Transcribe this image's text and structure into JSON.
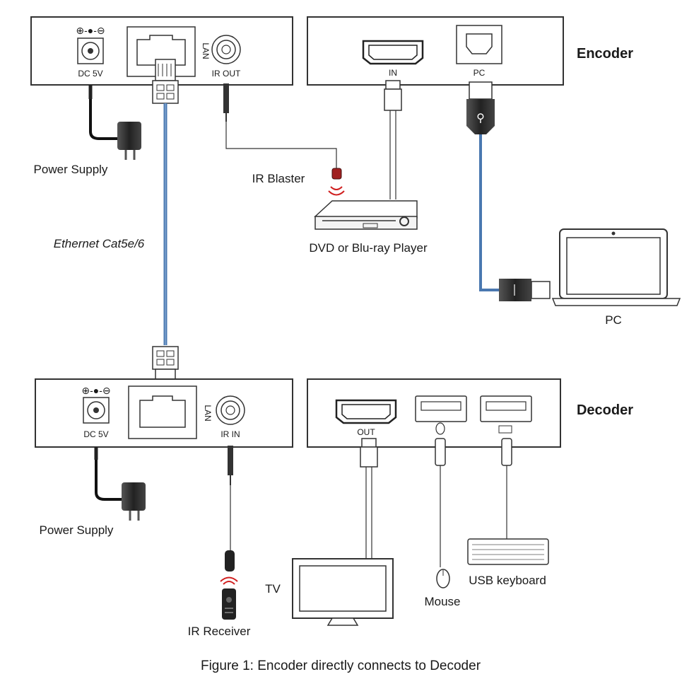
{
  "encoder_box": {
    "title": "Encoder",
    "ports": {
      "in": "IN",
      "pc": "PC"
    }
  },
  "decoder_box": {
    "title": "Decoder",
    "ports": {
      "out": "OUT"
    }
  },
  "transmitter_unit": {
    "dc_label": "DC 5V",
    "lan_label": "LAN",
    "ir_label": "IR OUT",
    "polarity": "⊕-●-⊖"
  },
  "receiver_unit": {
    "dc_label": "DC 5V",
    "lan_label": "LAN",
    "ir_label": "IR IN",
    "polarity": "⊕-●-⊖"
  },
  "labels": {
    "power_supply_top": "Power Supply",
    "power_supply_bottom": "Power Supply",
    "ethernet": "Ethernet Cat5e/6",
    "ir_blaster": "IR Blaster",
    "dvd_player": "DVD or Blu-ray Player",
    "pc": "PC",
    "tv": "TV",
    "mouse": "Mouse",
    "usb_keyboard": "USB keyboard",
    "ir_receiver": "IR Receiver"
  },
  "caption": "Figure 1: Encoder directly connects to Decoder",
  "colors": {
    "cable_blue": "#4a78b0",
    "outline": "#333333",
    "ir_red": "#d02020"
  }
}
